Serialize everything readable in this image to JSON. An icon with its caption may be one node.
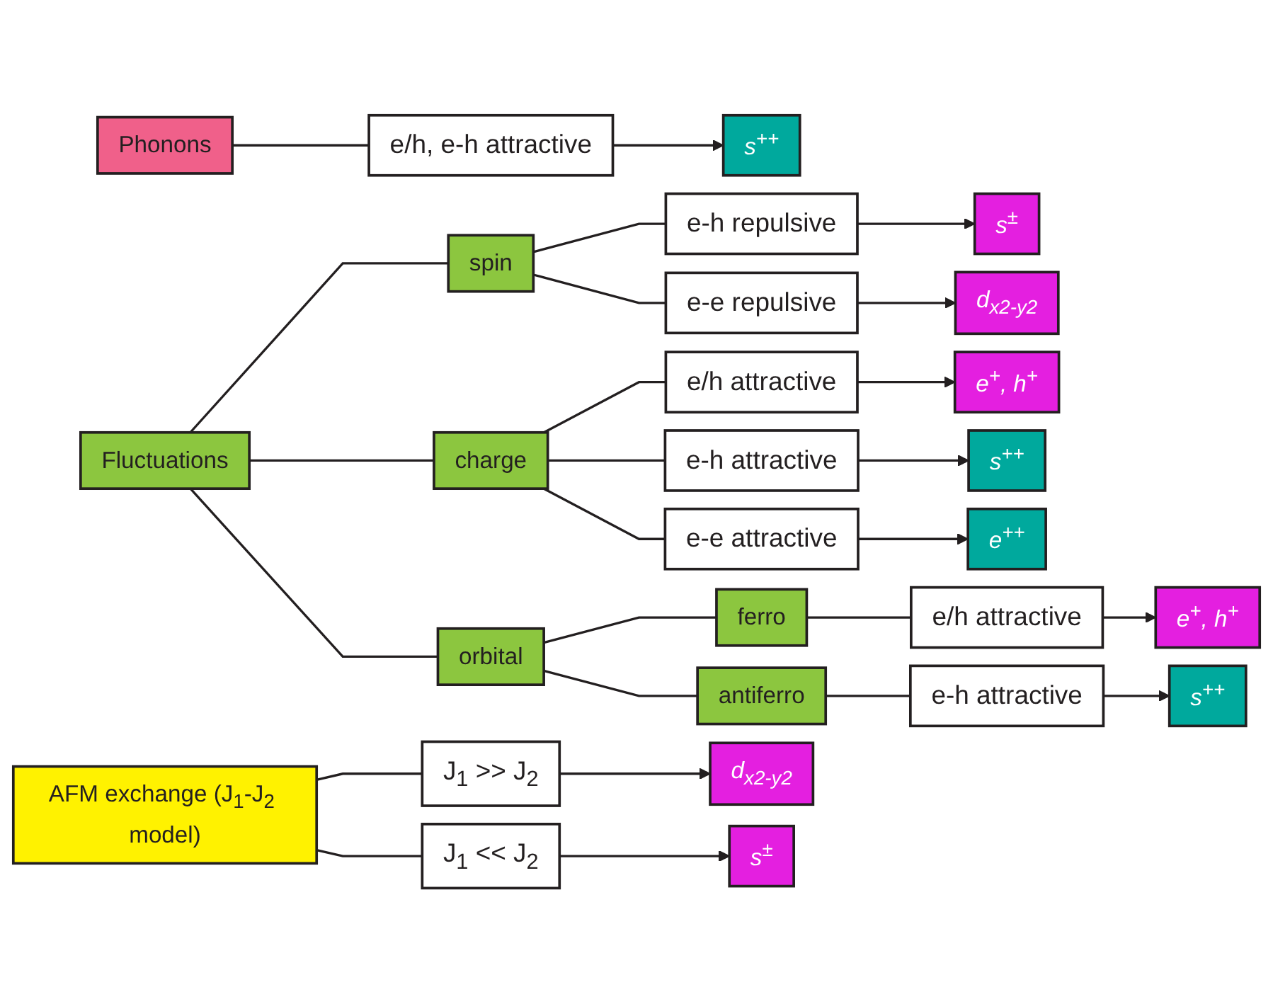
{
  "diagram": {
    "nodes": [
      {
        "text": [
          "Phonons"
        ]
      },
      {
        "text": [
          "e/h, e-h attractive"
        ]
      },
      {
        "text": [
          "s$^{++}$"
        ]
      },
      {
        "text": [
          "Fluctuations"
        ]
      },
      {
        "text": [
          "spin"
        ]
      },
      {
        "text": [
          "e-h repulsive"
        ]
      },
      {
        "text": [
          "s$^{±}$"
        ]
      },
      {
        "text": [
          "e-e repulsive"
        ]
      },
      {
        "text": [
          "d$_{x2-y2}$"
        ]
      },
      {
        "text": [
          "charge"
        ]
      },
      {
        "text": [
          "e/h attractive"
        ]
      },
      {
        "text": [
          "e$^{+}$, h$^{+}$"
        ]
      },
      {
        "text": [
          "e-h attractive"
        ]
      },
      {
        "text": [
          "s$^{++}$"
        ]
      },
      {
        "text": [
          "e-e attractive"
        ]
      },
      {
        "text": [
          "e$^{++}$"
        ]
      },
      {
        "text": [
          "orbital"
        ]
      },
      {
        "text": [
          "ferro"
        ]
      },
      {
        "text": [
          "e/h attractive"
        ]
      },
      {
        "text": [
          "e$^{+}$, h$^{+}$"
        ]
      },
      {
        "text": [
          "antiferro"
        ]
      },
      {
        "text": [
          "e-h attractive"
        ]
      },
      {
        "text": [
          "s$^{++}$"
        ]
      },
      {
        "text": [
          "AFM exchange (J$_{1}$-J$_{2}$ model)"
        ]
      },
      {
        "text": [
          "J$_{1}$ >> J$_{2}$"
        ]
      },
      {
        "text": [
          "d$_{x2-y2}$"
        ]
      },
      {
        "text": [
          "J$_{1}$ << J$_{2}$"
        ]
      },
      {
        "text": [
          "s$^{±}$"
        ]
      }
    ],
    "edges": [
      {
        "from": 0,
        "to": 1,
        "arrow": "none"
      },
      {
        "from": 1,
        "to": 2,
        "arrow": "to"
      },
      {
        "from": 3,
        "to": 4,
        "arrow": "none"
      },
      {
        "from": 3,
        "to": 9,
        "arrow": "none"
      },
      {
        "from": 3,
        "to": 16,
        "arrow": "none"
      },
      {
        "from": 4,
        "to": 5,
        "arrow": "none"
      },
      {
        "from": 4,
        "to": 7,
        "arrow": "none"
      },
      {
        "from": 5,
        "to": 6,
        "arrow": "to"
      },
      {
        "from": 7,
        "to": 8,
        "arrow": "to"
      },
      {
        "from": 9,
        "to": 10,
        "arrow": "none"
      },
      {
        "from": 9,
        "to": 12,
        "arrow": "none"
      },
      {
        "from": 9,
        "to": 14,
        "arrow": "none"
      },
      {
        "from": 10,
        "to": 11,
        "arrow": "to"
      },
      {
        "from": 12,
        "to": 13,
        "arrow": "to"
      },
      {
        "from": 14,
        "to": 15,
        "arrow": "to"
      },
      {
        "from": 16,
        "to": 17,
        "arrow": "none"
      },
      {
        "from": 16,
        "to": 20,
        "arrow": "none"
      },
      {
        "from": 17,
        "to": 18,
        "arrow": "none"
      },
      {
        "from": 20,
        "to": 21,
        "arrow": "none"
      },
      {
        "from": 18,
        "to": 19,
        "arrow": "to"
      },
      {
        "from": 21,
        "to": 22,
        "arrow": "to"
      },
      {
        "from": 23,
        "to": 24,
        "arrow": "none"
      },
      {
        "from": 23,
        "to": 26,
        "arrow": "none"
      },
      {
        "from": 24,
        "to": 25,
        "arrow": "to"
      },
      {
        "from": 26,
        "to": 27,
        "arrow": "to"
      }
    ]
  }
}
